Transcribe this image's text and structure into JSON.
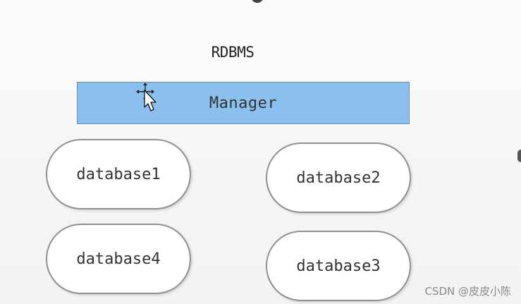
{
  "diagram": {
    "title": "RDBMS",
    "manager_label": "Manager",
    "databases": [
      "database1",
      "database2",
      "database4",
      "database3"
    ]
  },
  "watermark": "CSDN @皮皮小陈",
  "colors": {
    "manager_fill": "#8bbfed",
    "manager_border": "#6f8fb1",
    "database_border": "#909090"
  },
  "icons": {
    "cursor": "move-cursor-icon"
  }
}
